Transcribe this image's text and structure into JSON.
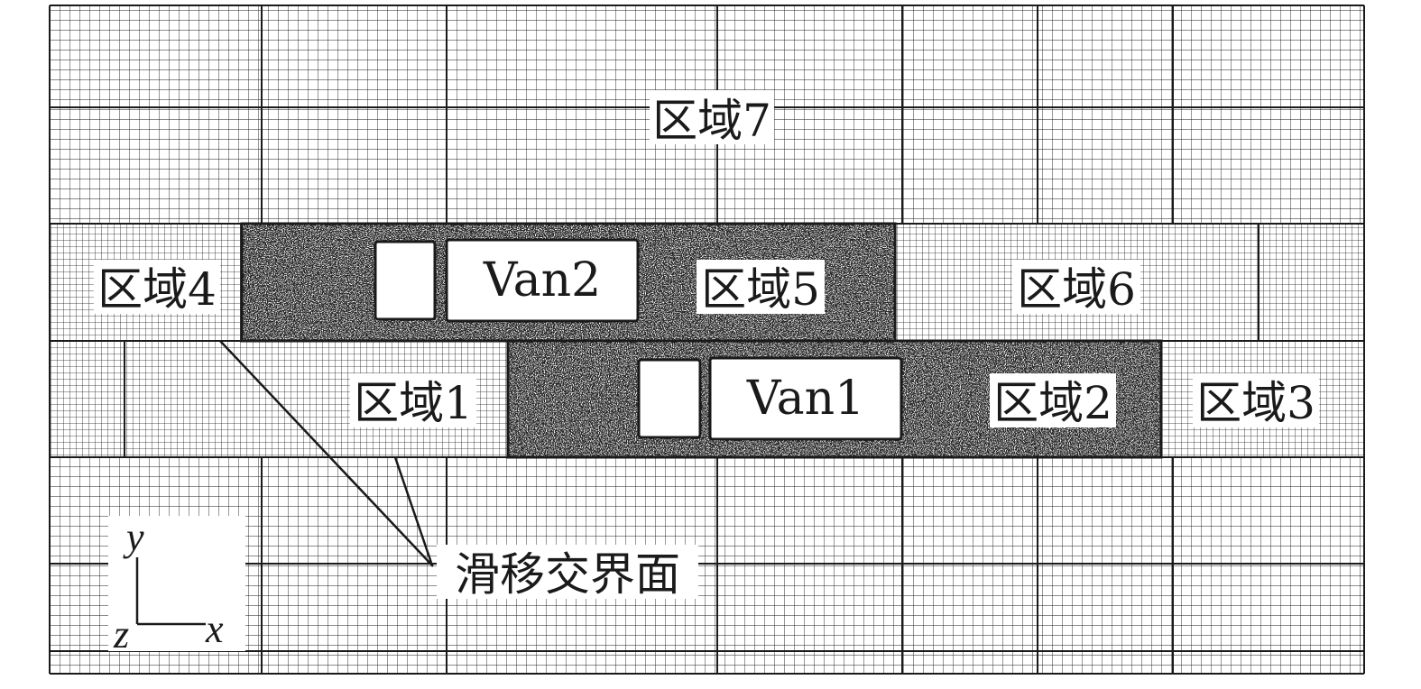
{
  "regions": {
    "r1": "区域1",
    "r2": "区域2",
    "r3": "区域3",
    "r4": "区域4",
    "r5": "区域5",
    "r6": "区域6",
    "r7": "区域7"
  },
  "vans": {
    "van1": "Van1",
    "van2": "Van2"
  },
  "interface_label": "滑移交界面",
  "axes": {
    "x": "x",
    "y": "y",
    "z": "z"
  },
  "colors": {
    "line": "#1a1a1a",
    "background": "#ffffff",
    "dense_mesh": "#262626"
  }
}
